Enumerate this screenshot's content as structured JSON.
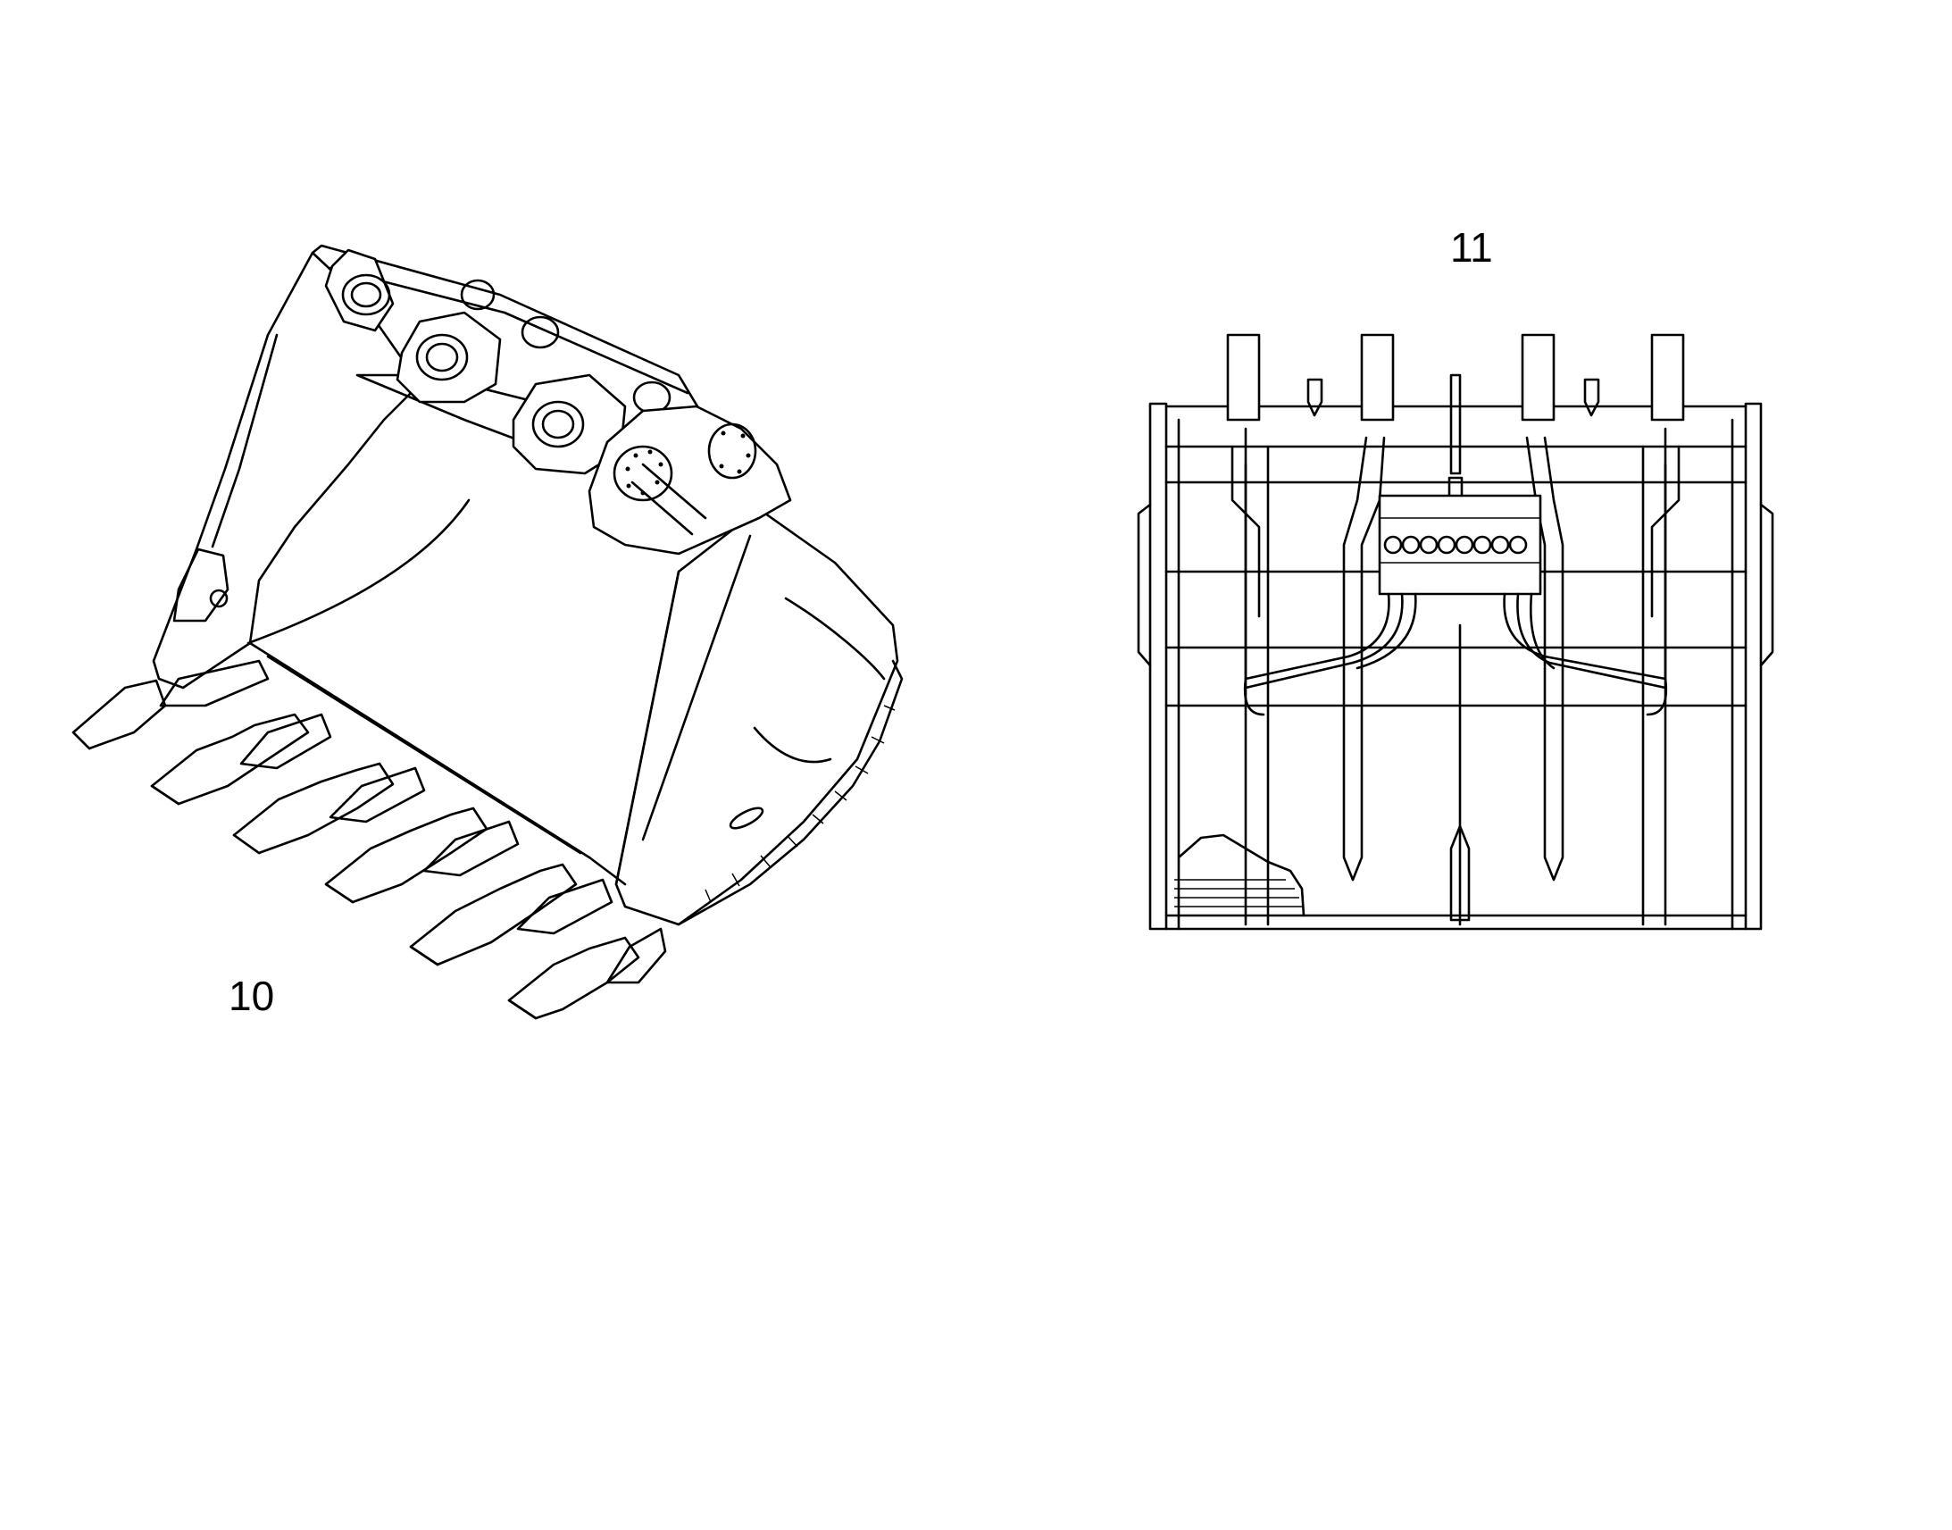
{
  "figures": [
    {
      "callout": "10",
      "depicts": "bucket-isometric"
    },
    {
      "callout": "11",
      "depicts": "bucket-front"
    }
  ],
  "colors": {
    "line": "#000000",
    "background": "#ffffff"
  }
}
